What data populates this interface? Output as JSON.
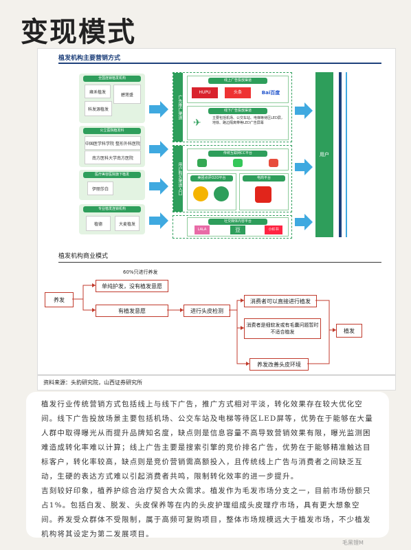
{
  "page_title": "变现模式",
  "diagram1": {
    "title": "植发机构主要营销方式",
    "left_groups": [
      {
        "label": "全国连锁植发机构",
        "logos": [
          "雍禾植发",
          "碧莲盛",
          "科发源植发"
        ]
      },
      {
        "label": "公立医院植发科",
        "logos": [
          "中国医学科学院 整形外科医院",
          "南方医科大学南方医院"
        ]
      },
      {
        "label": "医疗美容医院旗下植发",
        "logos": [
          "伊丽莎白"
        ]
      },
      {
        "label": "专业植发连锁机构",
        "logos": [
          "植德",
          "大麦植发"
        ]
      }
    ],
    "mid_groups": [
      {
        "label": "广告推广渠道",
        "boxes": [
          {
            "label": "线上广告投放渠道",
            "logos": [
              "HUPU",
              "头条",
              "Bai百度"
            ]
          },
          {
            "label": "线下广告投放渠道",
            "text": "主要包括机场、公交车站、电梯等待区LED屏，地铁、路边隔离带等LED广告屏幕"
          }
        ]
      },
      {
        "label": "用户购买渠道入口",
        "boxes": [
          {
            "label": "传统互联网CC平台",
            "logos": [
              "",
              "",
              ""
            ]
          },
          {
            "label": "美团点评O2O平台",
            "logos": [
              "",
              ""
            ]
          },
          {
            "label": "电商平台",
            "logos": [
              ""
            ]
          }
        ]
      },
      {
        "label": "",
        "boxes": [
          {
            "label": "社交媒体内容平台",
            "logos": [
              "LALA",
              "豆",
              "小红书"
            ]
          }
        ]
      }
    ],
    "right_label": "用户"
  },
  "diagram2": {
    "title": "植发机构商业模式",
    "nodes": {
      "start": "养发",
      "top_note": "60%只进行养发",
      "a": "单纯护发，没有植发意愿",
      "b": "有植发意愿",
      "c": "进行头皮检测",
      "d": "消费者可以直接进行植发",
      "e": "消费者是细软发或有毛囊问题暂时不适合植发",
      "f": "养发改善头皮环境",
      "end": "植发"
    }
  },
  "source": "资料来源：头豹研究院，山西证券研究所",
  "paragraphs": [
    "植发行业传统营销方式包括线上与线下广告，推广方式相对平淡，转化效果存在较大优化空间。线下广告投放场景主要包括机场、公交车站及电梯等待区LED屏等，优势在于能够在大量人群中取得曝光从而提升品牌知名度，缺点则是信息容量不高导致营销效果有限，曝光监测困难造成转化率难以计算；线上广告主要是搜索引擎的竞价排名广告，优势在于能够精准触达目标客户，转化率较高，缺点则是竞价营销需高额投入，且传统线上广告与消费者之间缺乏互动，生硬的表达方式难以引起消费者共鸣，限制转化效率的进一步提升。",
    "吉刻较好印象，植养护综合治疗契合大众需求。植发作为毛发市场分支之一，目前市场份额只占1%。包括白发、脱发、头皮保养等在内的头皮护理组成头皮理疗市场，具有更大想象空间。养发受众群体不受限制，属于高频可复购项目，整体市场规模远大于植发市场，不少植发机构将其设定为第二发展项目。"
  ],
  "watermark": "毛黑锂M",
  "colors": {
    "brand_green": "#2e9e5b",
    "arrow_blue": "#3fa9e0",
    "flow_red": "#c0392b",
    "navy": "#1d3f7a"
  }
}
